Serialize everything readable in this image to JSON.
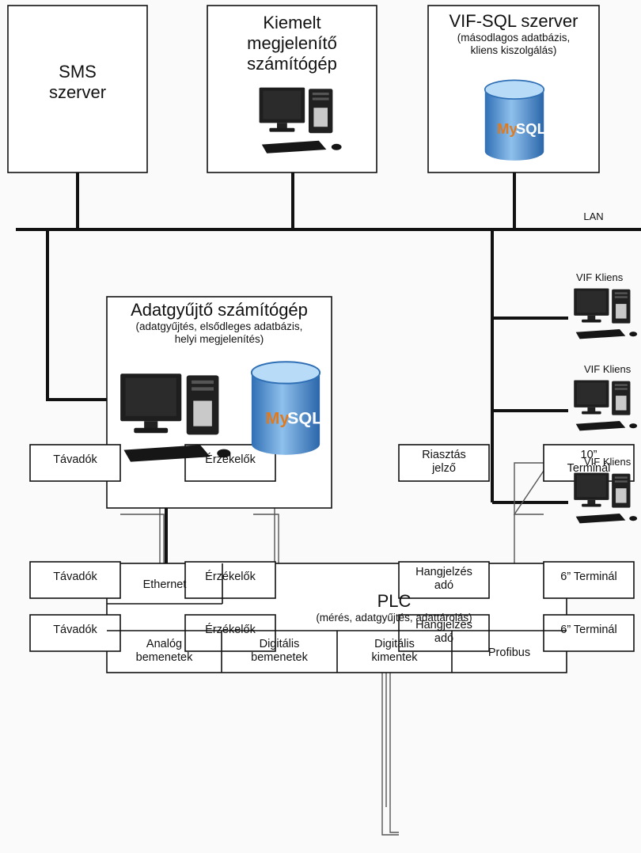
{
  "top_nodes": {
    "sms_server": [
      "SMS",
      "szerver"
    ],
    "display_pc": [
      "Kiemelt",
      "megjelenítő",
      "számítógép"
    ],
    "sql_server": {
      "title": "VIF-SQL szerver",
      "subtitle": [
        "(másodlagos adatbázis,",
        "kliens kiszolgálás)"
      ]
    }
  },
  "lan_label": "LAN",
  "db_logo": "MySQL",
  "clients": [
    {
      "label": "VIF Kliens"
    },
    {
      "label": "VIF Kliens"
    },
    {
      "label": "VIF Kliens"
    }
  ],
  "collector": {
    "title": "Adatgyűjtő számítógép",
    "subtitle": [
      "(adatgyűjtés, elsődleges adatbázis,",
      "helyi megjelenítés)"
    ]
  },
  "plc": {
    "ethernet": "Ethernet",
    "title": "PLC",
    "subtitle": "(mérés, adatgyűjtés, adattárolás)",
    "modules": [
      [
        "Analóg",
        "bemenetek"
      ],
      [
        "Digitális",
        "bemenetek"
      ],
      [
        "Digitális",
        "kimentek"
      ],
      [
        "Profibus"
      ]
    ]
  },
  "devices": {
    "analog": [
      "Távadók",
      "Távadók",
      "Távadók"
    ],
    "digital_in": [
      "Érzékelők",
      "Érzékelők",
      "Érzékelők"
    ],
    "digital_out": [
      [
        "Riasztás",
        "jelző"
      ],
      [
        "Hangjelzés",
        "adó"
      ],
      [
        "Hangjelzés",
        "adó"
      ]
    ],
    "profibus": [
      [
        "10”",
        "Terminál"
      ],
      [
        "6” Terminál"
      ],
      [
        "6” Terminál"
      ]
    ]
  },
  "colors": {
    "line": "#111111",
    "box_fill": "#ffffff",
    "db_blue": "#3a7ec2",
    "db_light": "#9cc7ee"
  }
}
